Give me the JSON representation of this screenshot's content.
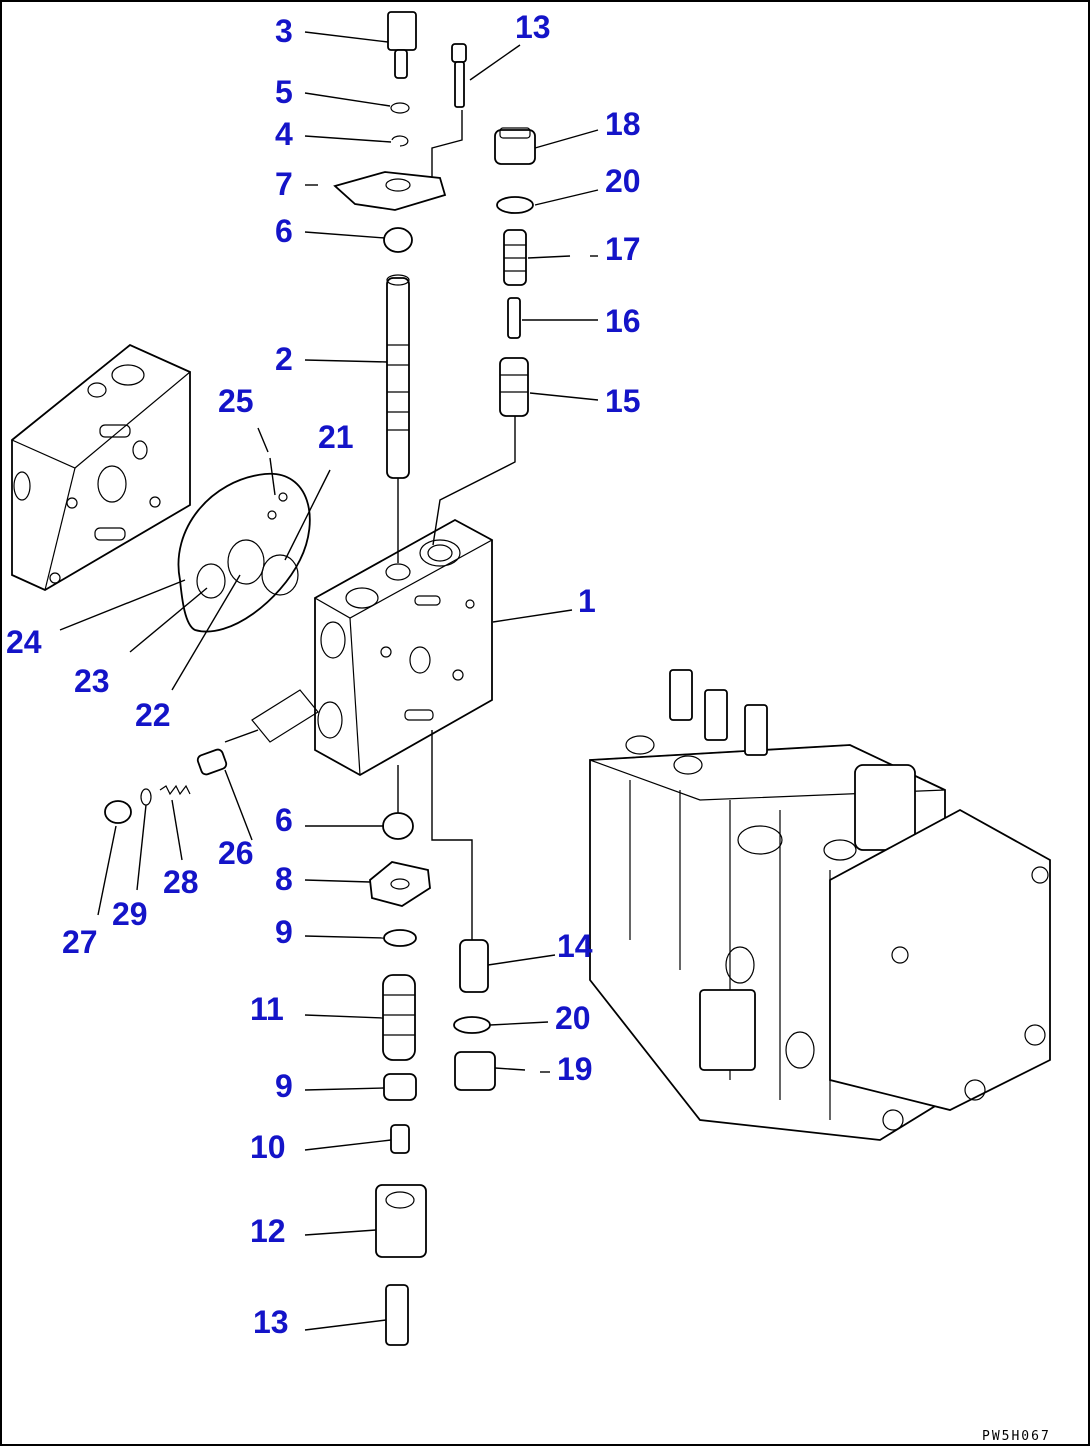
{
  "labels": {
    "p1": "1",
    "p2": "2",
    "p3": "3",
    "p4": "4",
    "p5": "5",
    "p6a": "6",
    "p6b": "6",
    "p7": "7",
    "p8": "8",
    "p9a": "9",
    "p9b": "9",
    "p10": "10",
    "p11": "11",
    "p12": "12",
    "p13a": "13",
    "p13b": "13",
    "p14": "14",
    "p15": "15",
    "p16": "16",
    "p17": "17",
    "p18": "18",
    "p19": "19",
    "p20a": "20",
    "p20b": "20",
    "p21": "21",
    "p22": "22",
    "p23": "23",
    "p24": "24",
    "p25": "25",
    "p26": "26",
    "p27": "27",
    "p28": "28",
    "p29": "29"
  },
  "drawing_code": "PW5H067",
  "colors": {
    "label": "#1414c8",
    "line": "#000000",
    "background": "#ffffff"
  }
}
